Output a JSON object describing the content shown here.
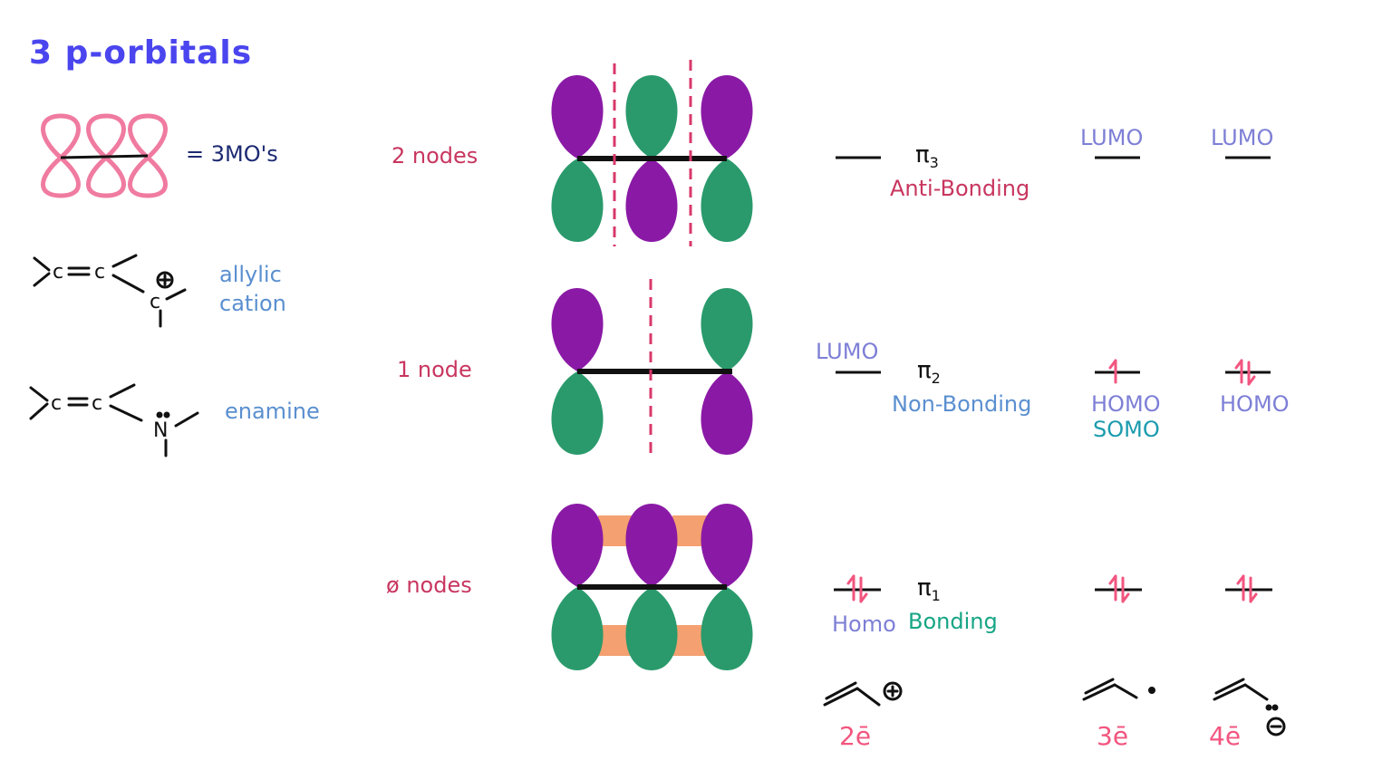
{
  "title": "3 p-orbitals",
  "left_panel": {
    "mo_count": "= 3MO's",
    "allylic_line1": "allylic",
    "allylic_line2": "cation",
    "enamine": "enamine"
  },
  "node_labels": [
    "2 nodes",
    "1 node",
    "ø nodes"
  ],
  "levels": {
    "pi3": {
      "symbol": "π",
      "sub": "3",
      "type": "Anti-Bonding"
    },
    "pi2": {
      "symbol": "π",
      "sub": "2",
      "type": "Non-Bonding"
    },
    "pi1": {
      "symbol": "π",
      "sub": "1",
      "type": "Bonding"
    }
  },
  "occupancy_labels": {
    "lumo_col1": "LUMO",
    "homo_col1": "Homo",
    "lumo_col2": "LUMO",
    "homo_col2": "HOMO",
    "somo_col2": "SOMO",
    "lumo_col3": "LUMO",
    "homo_col3": "HOMO"
  },
  "electron_counts": [
    "2ē",
    "3ē",
    "4ē"
  ],
  "colors": {
    "purple_lobe": "#8a1aa6",
    "green_lobe": "#2a9a6c",
    "node_line": "#d8386a",
    "overlap": "#f4a071",
    "orbital_outline": "#f07ba0",
    "title": "#4a45ee"
  }
}
